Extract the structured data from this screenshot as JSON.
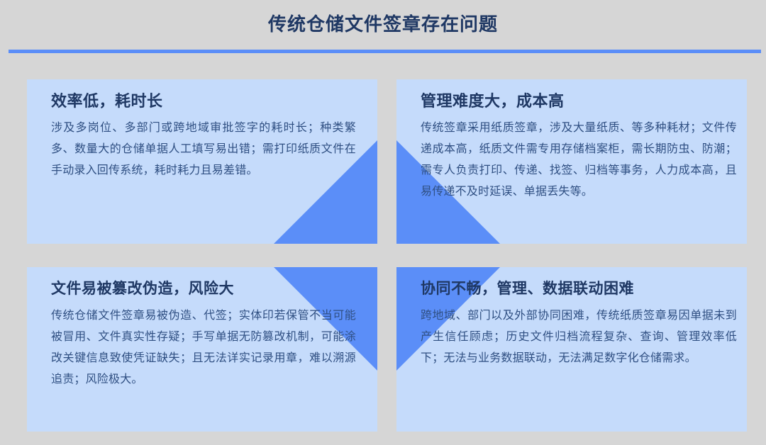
{
  "header": {
    "title": "传统仓储文件签章存在问题",
    "rule_color": "#5b8ef8",
    "title_color": "#1f3864"
  },
  "theme": {
    "page_background": "#d6d6d6",
    "card_background": "#c5dbfb",
    "accent": "#5b8ef8",
    "heading_color": "#1f3864",
    "body_color": "#2f4f82"
  },
  "cards": [
    {
      "position": "top-left",
      "wedge_corner": "bottom-right",
      "heading": "效率低，耗时长",
      "text": "涉及多岗位、多部门或跨地域审批签字的耗时长；种类繁多、数量大的仓储单据人工填写易出错；需打印纸质文件在手动录入回传系统，耗时耗力且易差错。"
    },
    {
      "position": "top-right",
      "wedge_corner": "bottom-left",
      "heading": "管理难度大，成本高",
      "text": "传统签章采用纸质签章，涉及大量纸质、等多种耗材；文件传递成本高，纸质文件需专用存储档案柜，需长期防虫、防潮；需专人负责打印、传递、找签、归档等事务，人力成本高，且易传递不及时延误、单据丢失等。"
    },
    {
      "position": "bottom-left",
      "wedge_corner": "top-right",
      "heading": "文件易被篡改伪造，风险大",
      "text": "传统仓储文件签章易被伪造、代签；实体印若保管不当可能被冒用、文件真实性存疑；手写单据无防篡改机制，可能涂改关键信息致使凭证缺失；且无法详实记录用章，难以溯源追责；风险极大。"
    },
    {
      "position": "bottom-right",
      "wedge_corner": "top-left",
      "heading": "协同不畅，管理、数据联动困难",
      "text": "跨地域、部门以及外部协同困难，传统纸质签章易因单据未到产生信任顾虑；历史文件归档流程复杂、查询、管理效率低下；无法与业务数据联动，无法满足数字化仓储需求。"
    }
  ]
}
